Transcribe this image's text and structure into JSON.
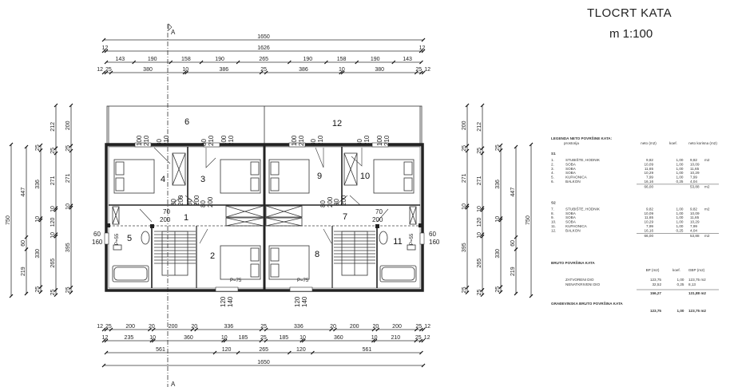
{
  "title": "TLOCRT  KATA",
  "scale": "m 1:100",
  "section_marker": "A",
  "dimensions": {
    "top": [
      [
        "1650"
      ],
      [
        "12",
        "1626",
        "12"
      ],
      [
        "143",
        "190",
        "158",
        "190",
        "265",
        "190",
        "158",
        "190",
        "143"
      ],
      [
        "12",
        "25",
        "380",
        "10",
        "386",
        "25",
        "386",
        "10",
        "380",
        "25",
        "12"
      ]
    ],
    "bottom": [
      [
        "12",
        "25",
        "200",
        "20",
        "200",
        "20",
        "336",
        "25",
        "336",
        "20",
        "200",
        "20",
        "200",
        "25",
        "12"
      ],
      [
        "12",
        "235",
        "10",
        "360",
        "10",
        "185",
        "25",
        "185",
        "10",
        "360",
        "10",
        "210",
        "25",
        "12"
      ],
      [
        "561",
        "120",
        "265",
        "120",
        "561"
      ],
      [
        "1650"
      ]
    ],
    "left": [
      [
        "750"
      ],
      [
        "447",
        "60",
        "219"
      ],
      [
        "25",
        "336",
        "10",
        "330",
        "25"
      ],
      [
        "212",
        "25",
        "271",
        "10",
        "120",
        "10",
        "265",
        "25"
      ],
      [
        "200",
        "25",
        "271",
        "10",
        "395",
        "25"
      ]
    ],
    "right": [
      [
        "200",
        "25",
        "271",
        "10",
        "395",
        "25"
      ],
      [
        "212",
        "25",
        "271",
        "10",
        "120",
        "10",
        "265",
        "25"
      ],
      [
        "25",
        "336",
        "10",
        "330",
        "25"
      ],
      [
        "447",
        "60",
        "219"
      ],
      [
        "750"
      ]
    ]
  },
  "rooms": [
    "1",
    "2",
    "3",
    "4",
    "5",
    "6",
    "7",
    "8",
    "9",
    "10",
    "11",
    "12"
  ],
  "door_labels": [
    "100",
    "210",
    "80",
    "210",
    "80",
    "210",
    "100",
    "210",
    "100",
    "210",
    "80",
    "210",
    "80",
    "210",
    "100",
    "210",
    "70",
    "200",
    "80",
    "200",
    "80",
    "200",
    "80",
    "200",
    "80",
    "200",
    "80",
    "200",
    "70",
    "200",
    "60",
    "160",
    "60",
    "160",
    "P=55",
    "P=55",
    "P=75",
    "P=75",
    "120",
    "140",
    "120",
    "140"
  ],
  "legend": {
    "title": "LEGENDA NETO POVRŠINE KATA:",
    "col_room": "prostorija",
    "col_neto": "neto (m2)",
    "col_koef": "koef.",
    "col_korisna": "neto korisna (m2)",
    "unit": "m2",
    "groups": [
      {
        "name": "S1",
        "rows": [
          [
            "1.",
            "STUBIŠTE, HODNIK",
            "9,82",
            "1,00",
            "9,82"
          ],
          [
            "2.",
            "SOBA",
            "10,09",
            "1,00",
            "10,09"
          ],
          [
            "3.",
            "SOBA",
            "11,65",
            "1,00",
            "11,65"
          ],
          [
            "4.",
            "SOBA",
            "10,29",
            "1,00",
            "10,29"
          ],
          [
            "5.",
            "KUPAONICA",
            "7,99",
            "1,00",
            "7,99"
          ],
          [
            "6.",
            "BALKON",
            "16,16",
            "0,25",
            "4,04"
          ]
        ],
        "total_neto": "66,00",
        "total_korisna": "53,88"
      },
      {
        "name": "S2",
        "rows": [
          [
            "7.",
            "STUBIŠTE, HODNIK",
            "9,82",
            "1,00",
            "9,82"
          ],
          [
            "8.",
            "SOBA",
            "10,09",
            "1,00",
            "10,09"
          ],
          [
            "9.",
            "SOBA",
            "11,65",
            "1,00",
            "11,65"
          ],
          [
            "10.",
            "SOBA",
            "10,29",
            "1,00",
            "10,29"
          ],
          [
            "11.",
            "KUPAONICA",
            "7,99",
            "1,00",
            "7,99"
          ],
          [
            "12.",
            "BALKON",
            "16,16",
            "0,25",
            "4,04"
          ]
        ],
        "total_neto": "66,00",
        "total_korisna": "53,88"
      }
    ],
    "bruto": {
      "title": "BRUTO POVRŠINA KATA",
      "col_bp": "BP (m2)",
      "col_koef": "koef.",
      "col_gbp": "GBP (m2)",
      "rows": [
        [
          "ZATVORENI DIO",
          "123,75",
          "1,00",
          "123,75 m2"
        ],
        [
          "NENATKRIVENI DIO",
          "32,52",
          "0,25",
          "8,13"
        ]
      ],
      "total_bp": "156,27",
      "total_gbp": "131,88 m2"
    },
    "gradevinska": {
      "title": "GRAĐEVINSKA BRUTO POVRŠINA KATA",
      "bp": "123,75",
      "koef": "1,00",
      "gbp": "123,75 m2"
    }
  }
}
